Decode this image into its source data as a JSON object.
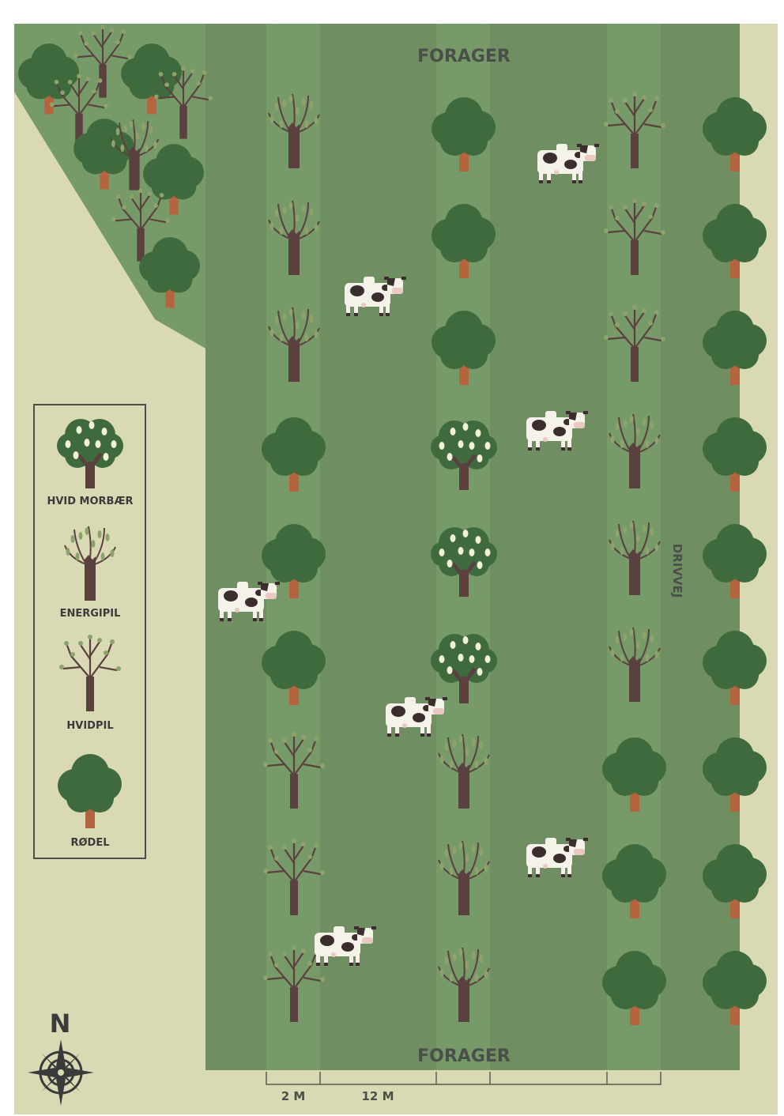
{
  "colors": {
    "paper": "#ffffff",
    "background": "#d9dab4",
    "meadow": "#6f8f62",
    "alley": "#779a69",
    "hedge_field": "#779a69",
    "label": "#4b4f4a",
    "foliage": "#3e6a3d",
    "trunk": "#b5653d",
    "willow_trunk": "#5a4140",
    "willow_leaf": "#8ea36b",
    "blossom": "#f3f0da",
    "cow_white": "#f5f2ea",
    "cow_patch": "#3b2d2d",
    "legend_border": "#4b4f4a",
    "compass": "#3a3a3a"
  },
  "labels": {
    "forager_top": "FORAGER",
    "forager_bottom": "FORAGER",
    "drivvej": "DRIVVEJ",
    "compass_north": "N"
  },
  "scale": {
    "strip_label": "2 M",
    "alley_label": "12 M"
  },
  "legend": [
    {
      "icon": "mulberry-tree-icon",
      "label": "HVID MORBÆR"
    },
    {
      "icon": "energy-willow-icon",
      "label": "ENERGIPIL"
    },
    {
      "icon": "white-willow-icon",
      "label": "HVIDPIL"
    },
    {
      "icon": "alder-tree-icon",
      "label": "RØDEL"
    }
  ],
  "rows": {
    "west": [
      "energipil",
      "energipil",
      "energipil",
      "rodel",
      "rodel",
      "rodel",
      "hvidpil",
      "hvidpil",
      "hvidpil"
    ],
    "middle": [
      "rodel",
      "rodel",
      "rodel",
      "morbaer",
      "morbaer",
      "morbaer",
      "energipil",
      "energipil",
      "energipil"
    ],
    "east": [
      "hvidpil",
      "hvidpil",
      "hvidpil",
      "energipil",
      "energipil",
      "energipil",
      "rodel",
      "rodel",
      "rodel"
    ],
    "hedge": [
      "rodel",
      "rodel",
      "rodel",
      "rodel",
      "rodel",
      "rodel",
      "rodel",
      "rodel",
      "rodel"
    ]
  },
  "cow_count": 7
}
